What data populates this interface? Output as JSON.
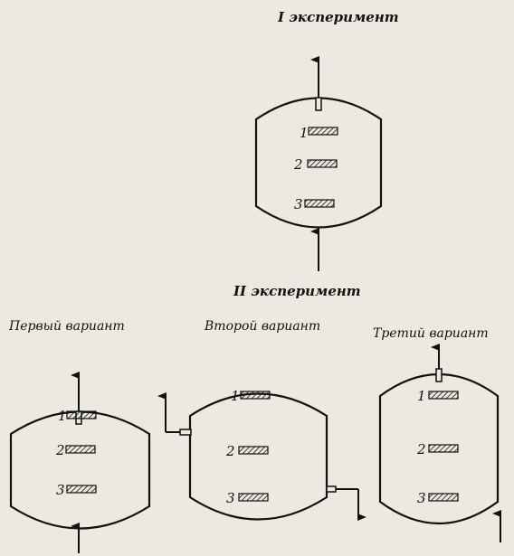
{
  "experiment_1": {
    "title": "I эксперимент",
    "labels": [
      "1",
      "2",
      "3"
    ]
  },
  "experiment_2": {
    "title": "II эксперимент",
    "variants": [
      {
        "title": "Первый вариант",
        "labels": [
          "1",
          "2",
          "3"
        ]
      },
      {
        "title": "Второй вариант",
        "labels": [
          "1",
          "2",
          "3"
        ]
      },
      {
        "title": "Третий вариант",
        "labels": [
          "1",
          "2",
          "3"
        ]
      }
    ]
  }
}
